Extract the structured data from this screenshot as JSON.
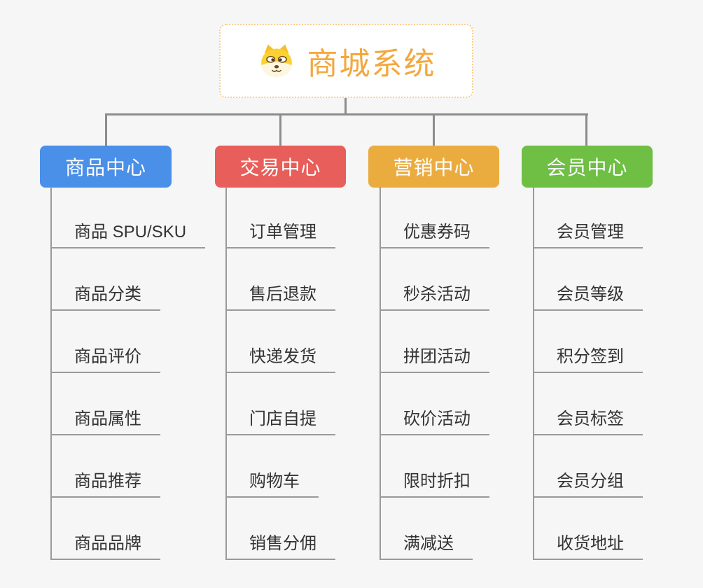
{
  "root": {
    "title": "商城系统",
    "icon": "shiba-dog-icon"
  },
  "colors": {
    "background": "#f5f6f5",
    "connector": "#8c8c8c",
    "leaf_line": "#9a9a9a",
    "leaf_text": "#333333",
    "root_accent": "#f3a83e",
    "root_border": "#f8ce8e"
  },
  "branches": [
    {
      "label": "商品中心",
      "color": "#4a8fe8",
      "children": [
        "商品 SPU/SKU",
        "商品分类",
        "商品评价",
        "商品属性",
        "商品推荐",
        "商品品牌"
      ]
    },
    {
      "label": "交易中心",
      "color": "#e85e5a",
      "children": [
        "订单管理",
        "售后退款",
        "快递发货",
        "门店自提",
        "购物车",
        "销售分佣"
      ]
    },
    {
      "label": "营销中心",
      "color": "#ebac3f",
      "children": [
        "优惠券码",
        "秒杀活动",
        "拼团活动",
        "砍价活动",
        "限时折扣",
        "满减送"
      ]
    },
    {
      "label": "会员中心",
      "color": "#6fbf44",
      "children": [
        "会员管理",
        "会员等级",
        "积分签到",
        "会员标签",
        "会员分组",
        "收货地址"
      ]
    }
  ]
}
